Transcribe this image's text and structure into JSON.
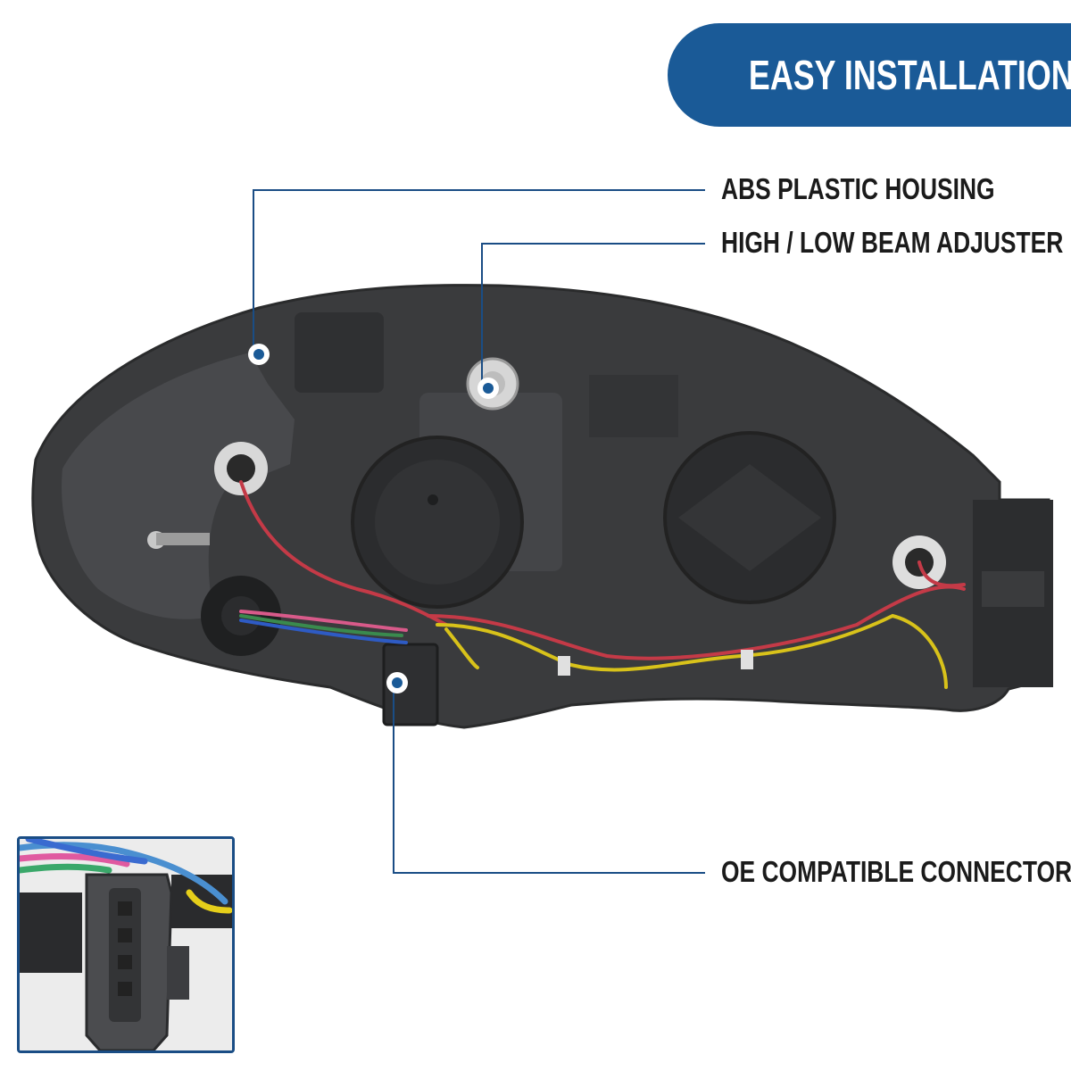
{
  "banner": {
    "title": "EASY INSTALLATION",
    "color": "#1a5a97"
  },
  "callouts": [
    {
      "id": "housing",
      "label": "ABS PLASTIC HOUSING"
    },
    {
      "id": "adjuster",
      "label": "HIGH / LOW BEAM ADJUSTER"
    },
    {
      "id": "connector",
      "label": "OE COMPATIBLE CONNECTOR"
    }
  ],
  "colors": {
    "line": "#1a4d85",
    "dot": "#1a5a97",
    "housing": "#3a3b3d"
  },
  "images": {
    "product": "headlight-back-view",
    "inset": "connector-closeup"
  }
}
